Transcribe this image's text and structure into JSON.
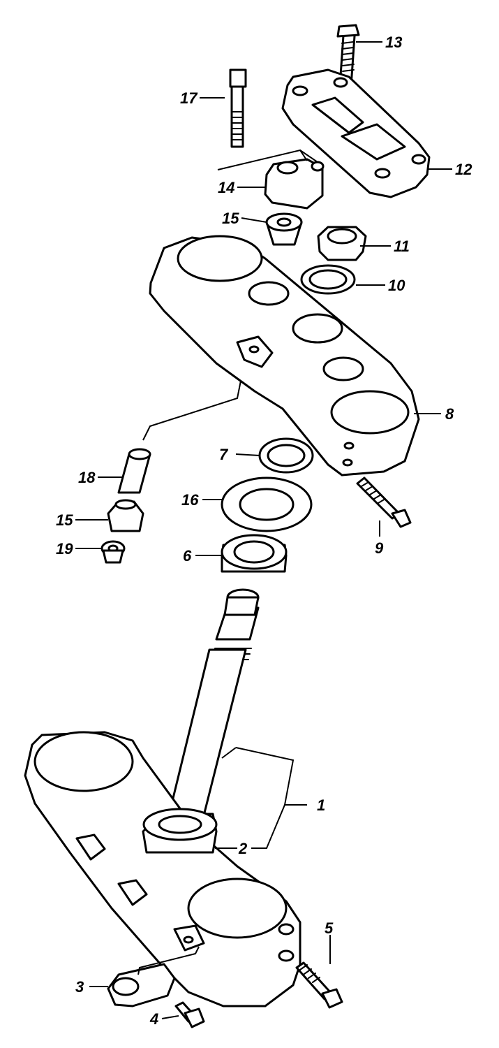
{
  "diagram": {
    "title": "",
    "callouts": [
      "1",
      "2",
      "3",
      "4",
      "5",
      "6",
      "7",
      "8",
      "9",
      "10",
      "11",
      "12",
      "13",
      "14",
      "15",
      "15",
      "16",
      "17",
      "18",
      "19"
    ]
  }
}
